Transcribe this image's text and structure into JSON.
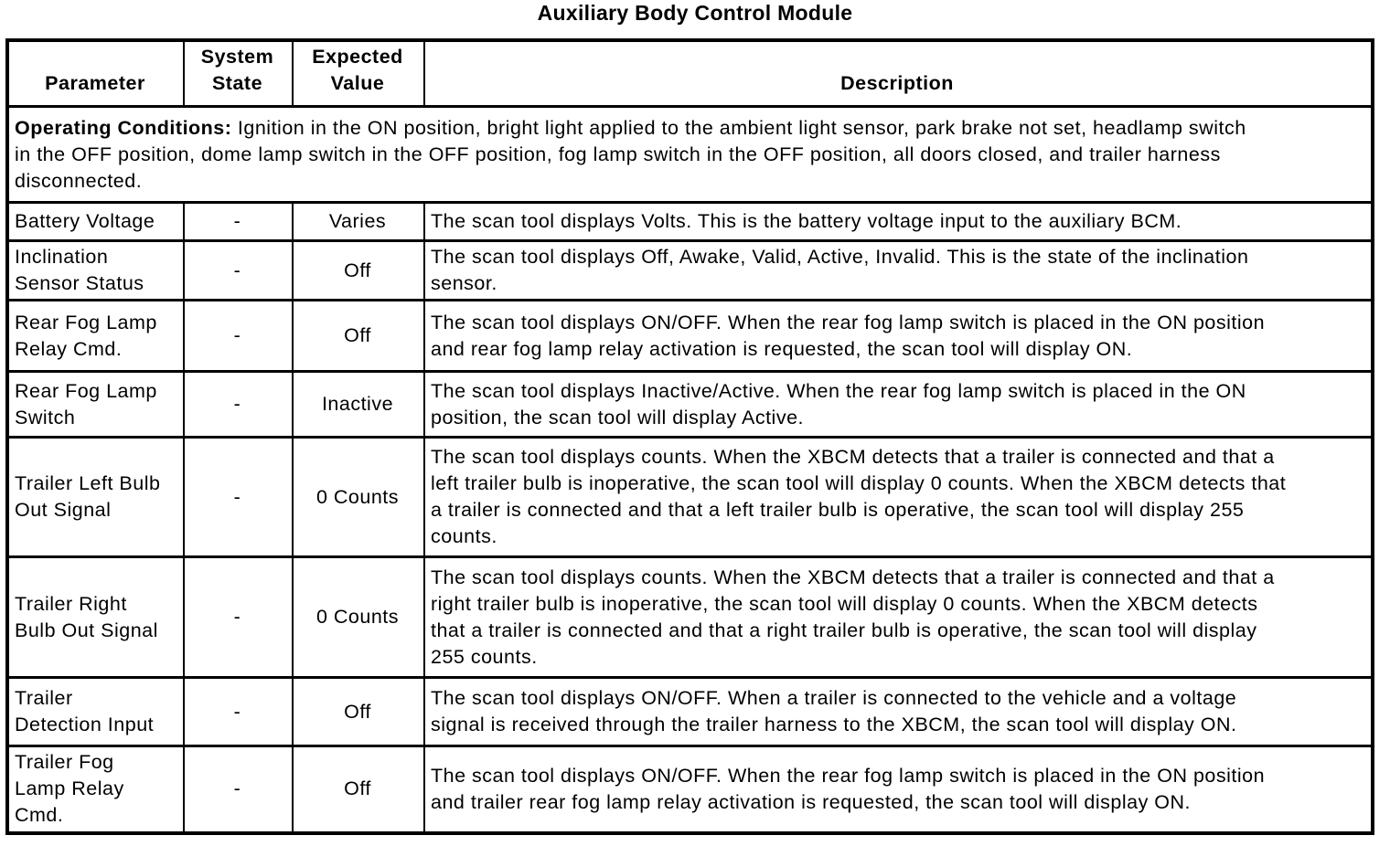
{
  "page_title": "Auxiliary Body Control Module",
  "colors": {
    "border": "#000000",
    "text": "#000000",
    "background": "#ffffff"
  },
  "table": {
    "headers": {
      "parameter": "Parameter",
      "system_state": "System\nState",
      "expected_value": "Expected\nValue",
      "description": "Description"
    },
    "operating_conditions": {
      "label": "Operating Conditions:",
      "text": " Ignition in the ON position, bright light applied to the ambient light sensor, park brake not set, headlamp switch\nin the OFF position, dome lamp switch in the OFF position, fog lamp switch in the OFF position, all doors closed, and trailer harness\ndisconnected."
    },
    "rows": [
      {
        "parameter": "Battery Voltage",
        "system_state": "-",
        "expected_value": "Varies",
        "description": "The scan tool displays Volts. This is the battery voltage input to the auxiliary BCM."
      },
      {
        "parameter": "Inclination\nSensor Status",
        "system_state": "-",
        "expected_value": "Off",
        "description": "The scan tool displays Off, Awake, Valid, Active, Invalid. This is the state of the inclination\nsensor."
      },
      {
        "parameter": "Rear Fog Lamp\nRelay Cmd.",
        "system_state": "-",
        "expected_value": "Off",
        "description": "The scan tool displays ON/OFF. When the rear fog lamp switch is placed in the ON position\nand rear fog lamp relay activation is requested, the scan tool will display ON."
      },
      {
        "parameter": "Rear Fog Lamp\nSwitch",
        "system_state": "-",
        "expected_value": "Inactive",
        "description": "The scan tool displays Inactive/Active. When the rear fog lamp switch is placed in the ON\nposition, the scan tool will display Active."
      },
      {
        "parameter": "Trailer Left Bulb\nOut Signal",
        "system_state": "-",
        "expected_value": "0 Counts",
        "description": "The scan tool displays counts. When the XBCM detects that a trailer is connected and that a\nleft trailer bulb is inoperative, the scan tool will display 0 counts. When the XBCM detects that\na trailer is connected and that a left trailer bulb is operative, the scan tool will display 255\ncounts."
      },
      {
        "parameter": "Trailer Right\nBulb Out Signal",
        "system_state": "-",
        "expected_value": "0 Counts",
        "description": "The scan tool displays counts. When the XBCM detects that a trailer is connected and that a\nright trailer bulb is inoperative, the scan tool will display 0 counts. When the XBCM detects\nthat a trailer is connected and that a right trailer bulb is operative, the scan tool will display\n255 counts."
      },
      {
        "parameter": "Trailer\nDetection Input",
        "system_state": "-",
        "expected_value": "Off",
        "description": "The scan tool displays ON/OFF. When a trailer is connected to the vehicle and a voltage\nsignal is received through the trailer harness to the XBCM, the scan tool will display ON."
      },
      {
        "parameter": "Trailer Fog\nLamp Relay\nCmd.",
        "system_state": "-",
        "expected_value": "Off",
        "description": "The scan tool displays ON/OFF. When the rear fog lamp switch is placed in the ON position\nand trailer rear fog lamp relay activation is requested, the scan tool will display ON."
      }
    ]
  }
}
